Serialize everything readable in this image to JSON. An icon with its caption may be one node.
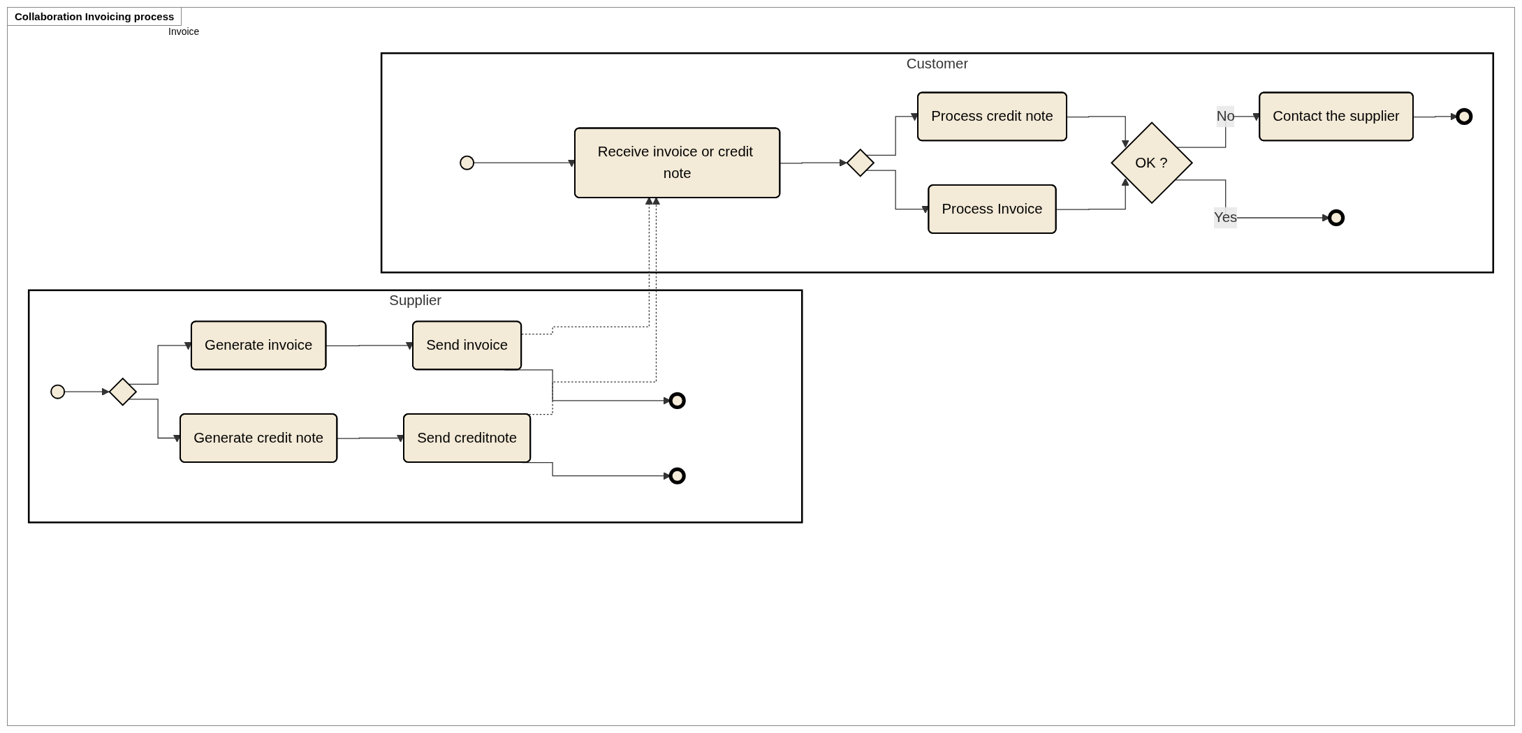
{
  "diagram": {
    "title": "Collaboration Invoicing process",
    "nodes": [
      {
        "text": [
          "Supplier"
        ]
      },
      {
        "text": [],
        "shape": "circle",
        "in": 0
      },
      {
        "text": [],
        "shape": "diamond",
        "in": 0
      },
      {
        "text": [
          "Generate invoice"
        ],
        "in": 0
      },
      {
        "text": [
          "Generate credit note"
        ],
        "in": 0
      },
      {
        "text": [
          "Send invoice"
        ],
        "in": 0
      },
      {
        "text": [
          "Send creditnote"
        ],
        "in": 0
      },
      {
        "text": [],
        "shape": "circle",
        "in": 0
      },
      {
        "text": [],
        "shape": "circle",
        "in": 0
      },
      {
        "text": [
          "Customer"
        ]
      },
      {
        "text": [],
        "shape": "circle",
        "in": 9
      },
      {
        "text": [
          "Receive invoice or credit note"
        ],
        "in": 9
      },
      {
        "text": [],
        "shape": "diamond",
        "in": 9
      },
      {
        "text": [
          "Process credit note"
        ],
        "in": 9
      },
      {
        "text": [
          "Process Invoice"
        ],
        "in": 9
      },
      {
        "text": [
          "OK ?"
        ],
        "in": 9
      },
      {
        "text": [
          "Contact the supplier"
        ],
        "in": 9
      },
      {
        "text": [],
        "shape": "circle",
        "in": 9
      },
      {
        "text": [],
        "shape": "circle",
        "in": 9
      }
    ],
    "edges": [
      {
        "from": 1,
        "to": 2,
        "arrow": "to"
      },
      {
        "from": 2,
        "to": 3,
        "arrow": "to"
      },
      {
        "from": 2,
        "to": 4,
        "arrow": "to"
      },
      {
        "from": 3,
        "to": 5,
        "arrow": "to"
      },
      {
        "from": 4,
        "to": 6,
        "arrow": "to"
      },
      {
        "from": 5,
        "to": 7,
        "arrow": "to"
      },
      {
        "from": 6,
        "to": 8,
        "arrow": "to"
      },
      {
        "from": 5,
        "to": 11,
        "arrow": "to",
        "style": "dashed"
      },
      {
        "from": 6,
        "to": 11,
        "arrow": "to",
        "style": "dashed"
      },
      {
        "from": 10,
        "to": 11,
        "arrow": "to"
      },
      {
        "from": 11,
        "to": 12,
        "arrow": "to"
      },
      {
        "from": 12,
        "to": 13,
        "arrow": "to"
      },
      {
        "from": 12,
        "to": 14,
        "arrow": "to"
      },
      {
        "from": 13,
        "to": 15,
        "arrow": "to"
      },
      {
        "from": 14,
        "to": 15,
        "arrow": "to"
      },
      {
        "from": 15,
        "to": 16,
        "label": "No",
        "arrow": "to"
      },
      {
        "from": 15,
        "to": 18,
        "label": "Yes",
        "arrow": "to"
      },
      {
        "from": 16,
        "to": 17,
        "arrow": "to"
      }
    ],
    "labels": [
      "Invoice"
    ]
  }
}
